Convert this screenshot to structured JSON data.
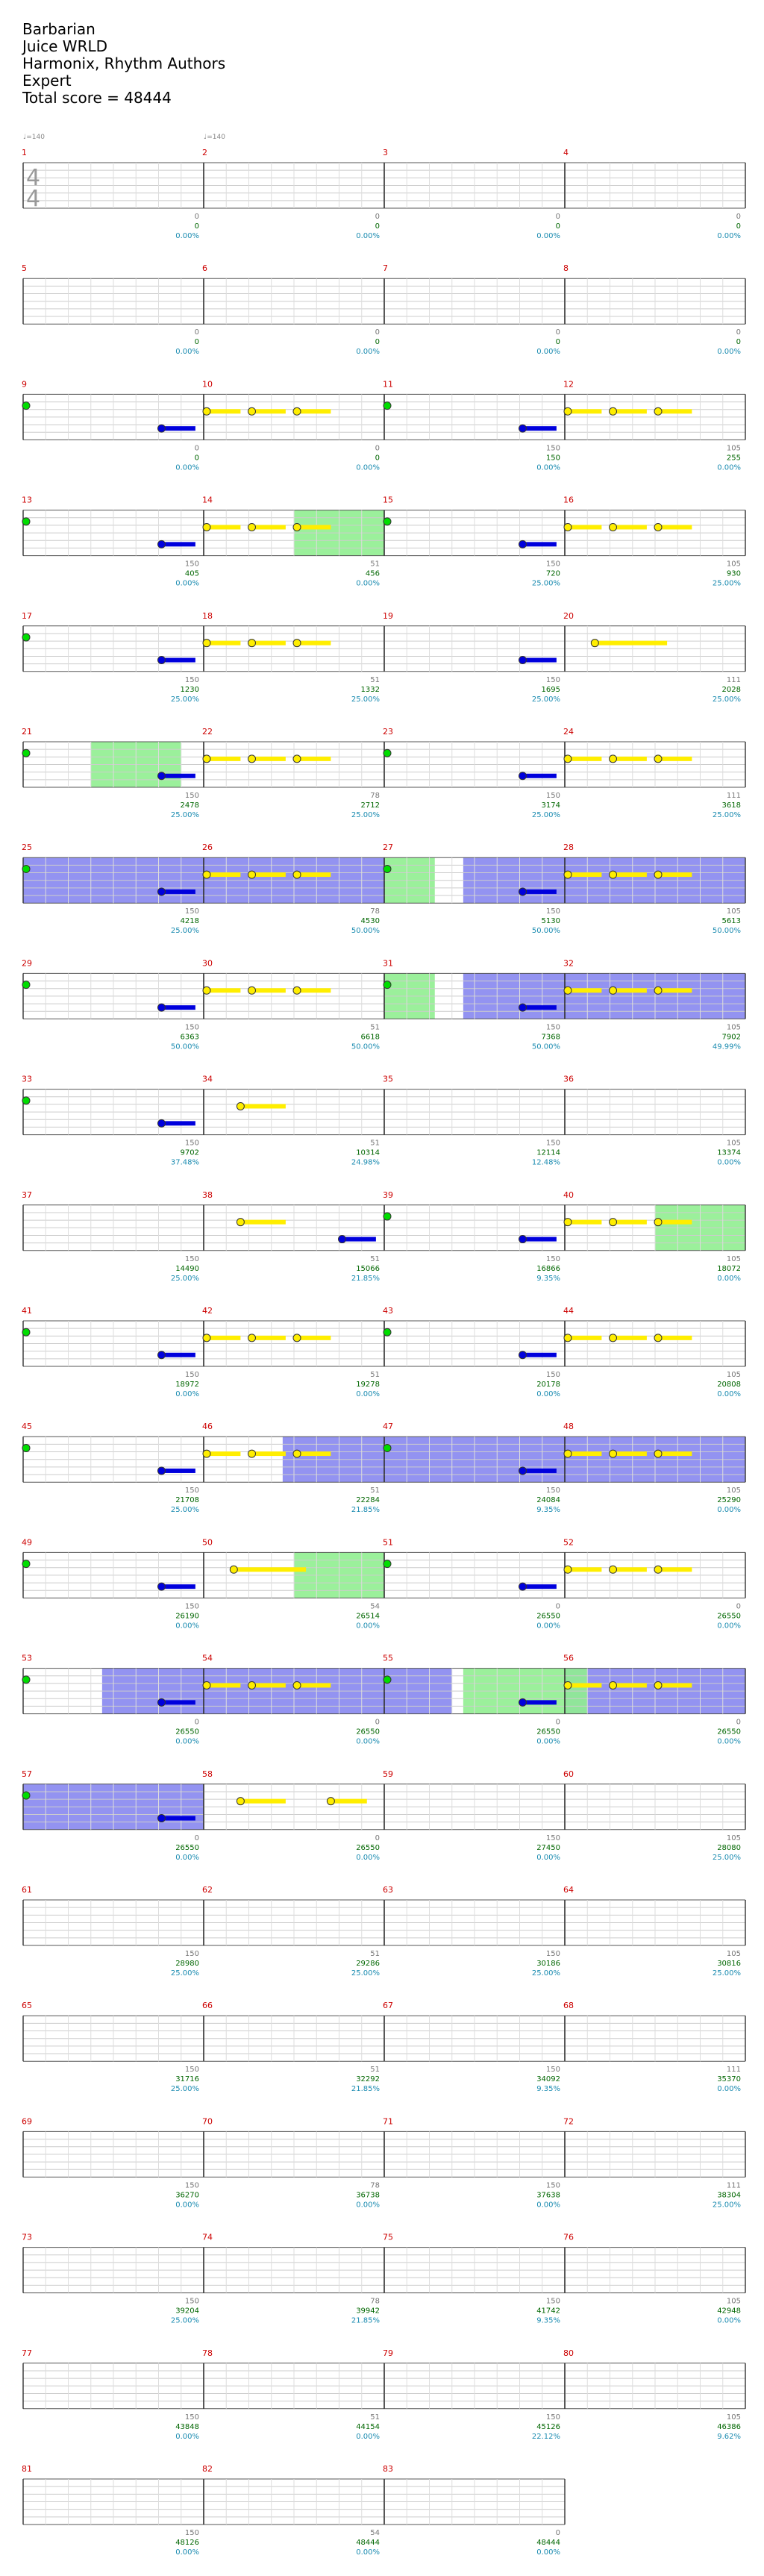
{
  "song": {
    "title": "Barbarian",
    "artist": "Juice WRLD",
    "charter": "Harmonix, Rhythm Authors",
    "difficulty": "Expert",
    "total_score": "Total score = 48444"
  },
  "time_signature": {
    "top": "4",
    "bottom": "4"
  },
  "tempo_markers": [
    {
      "measure": 1,
      "label": "♩=140"
    },
    {
      "measure": 2,
      "label": "♩=140"
    }
  ],
  "colors": {
    "measure_number": "#cc0000",
    "base_score": "#777777",
    "cumulative_score": "#006600",
    "multiplier_percent": "#1a8bb0",
    "green_note": "#00dd00",
    "yellow_note": "#ffee00",
    "blue_note": "#0000dd",
    "star_power_phrase": "#90ee90",
    "overdrive_active": "#8080ee"
  },
  "measures": [
    {
      "n": 1,
      "base": "0",
      "cum": "0",
      "pct": "0.00%"
    },
    {
      "n": 2,
      "base": "0",
      "cum": "0",
      "pct": "0.00%"
    },
    {
      "n": 3,
      "base": "0",
      "cum": "0",
      "pct": "0.00%"
    },
    {
      "n": 4,
      "base": "0",
      "cum": "0",
      "pct": "0.00%"
    },
    {
      "n": 5,
      "base": "0",
      "cum": "0",
      "pct": "0.00%"
    },
    {
      "n": 6,
      "base": "0",
      "cum": "0",
      "pct": "0.00%"
    },
    {
      "n": 7,
      "base": "0",
      "cum": "0",
      "pct": "0.00%"
    },
    {
      "n": 8,
      "base": "0",
      "cum": "0",
      "pct": "0.00%"
    },
    {
      "n": 9,
      "base": "0",
      "cum": "0",
      "pct": "0.00%"
    },
    {
      "n": 10,
      "base": "0",
      "cum": "0",
      "pct": "0.00%"
    },
    {
      "n": 11,
      "base": "150",
      "cum": "150",
      "pct": "0.00%"
    },
    {
      "n": 12,
      "base": "105",
      "cum": "255",
      "pct": "0.00%"
    },
    {
      "n": 13,
      "base": "150",
      "cum": "405",
      "pct": "0.00%"
    },
    {
      "n": 14,
      "base": "51",
      "cum": "456",
      "pct": "0.00%"
    },
    {
      "n": 15,
      "base": "150",
      "cum": "720",
      "pct": "25.00%"
    },
    {
      "n": 16,
      "base": "105",
      "cum": "930",
      "pct": "25.00%"
    },
    {
      "n": 17,
      "base": "150",
      "cum": "1230",
      "pct": "25.00%"
    },
    {
      "n": 18,
      "base": "51",
      "cum": "1332",
      "pct": "25.00%"
    },
    {
      "n": 19,
      "base": "150",
      "cum": "1695",
      "pct": "25.00%"
    },
    {
      "n": 20,
      "base": "111",
      "cum": "2028",
      "pct": "25.00%"
    },
    {
      "n": 21,
      "base": "150",
      "cum": "2478",
      "pct": "25.00%"
    },
    {
      "n": 22,
      "base": "78",
      "cum": "2712",
      "pct": "25.00%"
    },
    {
      "n": 23,
      "base": "150",
      "cum": "3174",
      "pct": "25.00%"
    },
    {
      "n": 24,
      "base": "111",
      "cum": "3618",
      "pct": "25.00%"
    },
    {
      "n": 25,
      "base": "150",
      "cum": "4218",
      "pct": "25.00%"
    },
    {
      "n": 26,
      "base": "78",
      "cum": "4530",
      "pct": "50.00%"
    },
    {
      "n": 27,
      "base": "150",
      "cum": "5130",
      "pct": "50.00%"
    },
    {
      "n": 28,
      "base": "105",
      "cum": "5613",
      "pct": "50.00%"
    },
    {
      "n": 29,
      "base": "150",
      "cum": "6363",
      "pct": "50.00%"
    },
    {
      "n": 30,
      "base": "51",
      "cum": "6618",
      "pct": "50.00%"
    },
    {
      "n": 31,
      "base": "150",
      "cum": "7368",
      "pct": "50.00%"
    },
    {
      "n": 32,
      "base": "105",
      "cum": "7902",
      "pct": "49.99%"
    },
    {
      "n": 33,
      "base": "150",
      "cum": "9702",
      "pct": "37.48%"
    },
    {
      "n": 34,
      "base": "51",
      "cum": "10314",
      "pct": "24.98%"
    },
    {
      "n": 35,
      "base": "150",
      "cum": "12114",
      "pct": "12.48%"
    },
    {
      "n": 36,
      "base": "105",
      "cum": "13374",
      "pct": "0.00%"
    },
    {
      "n": 37,
      "base": "150",
      "cum": "14490",
      "pct": "25.00%"
    },
    {
      "n": 38,
      "base": "51",
      "cum": "15066",
      "pct": "21.85%"
    },
    {
      "n": 39,
      "base": "150",
      "cum": "16866",
      "pct": "9.35%"
    },
    {
      "n": 40,
      "base": "105",
      "cum": "18072",
      "pct": "0.00%"
    },
    {
      "n": 41,
      "base": "150",
      "cum": "18972",
      "pct": "0.00%"
    },
    {
      "n": 42,
      "base": "51",
      "cum": "19278",
      "pct": "0.00%"
    },
    {
      "n": 43,
      "base": "150",
      "cum": "20178",
      "pct": "0.00%"
    },
    {
      "n": 44,
      "base": "105",
      "cum": "20808",
      "pct": "0.00%"
    },
    {
      "n": 45,
      "base": "150",
      "cum": "21708",
      "pct": "25.00%"
    },
    {
      "n": 46,
      "base": "51",
      "cum": "22284",
      "pct": "21.85%"
    },
    {
      "n": 47,
      "base": "150",
      "cum": "24084",
      "pct": "9.35%"
    },
    {
      "n": 48,
      "base": "105",
      "cum": "25290",
      "pct": "0.00%"
    },
    {
      "n": 49,
      "base": "150",
      "cum": "26190",
      "pct": "0.00%"
    },
    {
      "n": 50,
      "base": "54",
      "cum": "26514",
      "pct": "0.00%"
    },
    {
      "n": 51,
      "base": "0",
      "cum": "26550",
      "pct": "0.00%"
    },
    {
      "n": 52,
      "base": "0",
      "cum": "26550",
      "pct": "0.00%"
    },
    {
      "n": 53,
      "base": "0",
      "cum": "26550",
      "pct": "0.00%"
    },
    {
      "n": 54,
      "base": "0",
      "cum": "26550",
      "pct": "0.00%"
    },
    {
      "n": 55,
      "base": "0",
      "cum": "26550",
      "pct": "0.00%"
    },
    {
      "n": 56,
      "base": "0",
      "cum": "26550",
      "pct": "0.00%"
    },
    {
      "n": 57,
      "base": "0",
      "cum": "26550",
      "pct": "0.00%"
    },
    {
      "n": 58,
      "base": "0",
      "cum": "26550",
      "pct": "0.00%"
    },
    {
      "n": 59,
      "base": "150",
      "cum": "27450",
      "pct": "0.00%"
    },
    {
      "n": 60,
      "base": "105",
      "cum": "28080",
      "pct": "25.00%"
    },
    {
      "n": 61,
      "base": "150",
      "cum": "28980",
      "pct": "25.00%"
    },
    {
      "n": 62,
      "base": "51",
      "cum": "29286",
      "pct": "25.00%"
    },
    {
      "n": 63,
      "base": "150",
      "cum": "30186",
      "pct": "25.00%"
    },
    {
      "n": 64,
      "base": "105",
      "cum": "30816",
      "pct": "25.00%"
    },
    {
      "n": 65,
      "base": "150",
      "cum": "31716",
      "pct": "25.00%"
    },
    {
      "n": 66,
      "base": "51",
      "cum": "32292",
      "pct": "21.85%"
    },
    {
      "n": 67,
      "base": "150",
      "cum": "34092",
      "pct": "9.35%"
    },
    {
      "n": 68,
      "base": "111",
      "cum": "35370",
      "pct": "0.00%"
    },
    {
      "n": 69,
      "base": "150",
      "cum": "36270",
      "pct": "0.00%"
    },
    {
      "n": 70,
      "base": "78",
      "cum": "36738",
      "pct": "0.00%"
    },
    {
      "n": 71,
      "base": "150",
      "cum": "37638",
      "pct": "0.00%"
    },
    {
      "n": 72,
      "base": "111",
      "cum": "38304",
      "pct": "25.00%"
    },
    {
      "n": 73,
      "base": "150",
      "cum": "39204",
      "pct": "25.00%"
    },
    {
      "n": 74,
      "base": "78",
      "cum": "39942",
      "pct": "21.85%"
    },
    {
      "n": 75,
      "base": "150",
      "cum": "41742",
      "pct": "9.35%"
    },
    {
      "n": 76,
      "base": "105",
      "cum": "42948",
      "pct": "0.00%"
    },
    {
      "n": 77,
      "base": "150",
      "cum": "43848",
      "pct": "0.00%"
    },
    {
      "n": 78,
      "base": "51",
      "cum": "44154",
      "pct": "0.00%"
    },
    {
      "n": 79,
      "base": "150",
      "cum": "45126",
      "pct": "22.12%"
    },
    {
      "n": 80,
      "base": "105",
      "cum": "46386",
      "pct": "9.62%"
    },
    {
      "n": 81,
      "base": "150",
      "cum": "48126",
      "pct": "0.00%"
    },
    {
      "n": 82,
      "base": "54",
      "cum": "48444",
      "pct": "0.00%"
    },
    {
      "n": 83,
      "base": "0",
      "cum": "48444",
      "pct": "0.00%"
    }
  ],
  "note_events": [
    {
      "measure": 9,
      "type": "phraseA"
    },
    {
      "measure": 10,
      "type": "phraseB"
    },
    {
      "measure": 11,
      "type": "phraseA"
    },
    {
      "measure": 12,
      "type": "phraseB"
    },
    {
      "measure": 13,
      "type": "phraseA"
    },
    {
      "measure": 14,
      "type": "phraseB",
      "sp_beats": [
        2,
        4
      ]
    },
    {
      "measure": 15,
      "type": "phraseA"
    },
    {
      "measure": 16,
      "type": "phraseB"
    },
    {
      "measure": 17,
      "type": "phraseA"
    },
    {
      "measure": 18,
      "type": "phraseB"
    },
    {
      "measure": 19,
      "type": "phraseC"
    },
    {
      "measure": 20,
      "type": "phraseD"
    },
    {
      "measure": 21,
      "type": "phraseA",
      "sp_beats": [
        1.5,
        3.5
      ]
    },
    {
      "measure": 22,
      "type": "phraseB"
    },
    {
      "measure": 23,
      "type": "phraseA"
    },
    {
      "measure": 24,
      "type": "phraseB"
    },
    {
      "measure": 25,
      "type": "phraseA",
      "od_beats": [
        0,
        4
      ]
    },
    {
      "measure": 26,
      "type": "phraseB",
      "od_beats": [
        0,
        4
      ]
    },
    {
      "measure": 27,
      "type": "phraseA",
      "sp_beats": [
        0,
        1.12
      ],
      "od_beats": [
        1.75,
        4
      ]
    },
    {
      "measure": 28,
      "type": "phraseB",
      "od_beats": [
        0,
        4
      ]
    },
    {
      "measure": 29,
      "type": "phraseA"
    },
    {
      "measure": 30,
      "type": "phraseB"
    },
    {
      "measure": 31,
      "type": "phraseA",
      "sp_beats": [
        0,
        1.12
      ],
      "od_beats": [
        1.75,
        4
      ]
    },
    {
      "measure": 32,
      "type": "phraseB",
      "od_beats": [
        0,
        4
      ]
    },
    {
      "measure": 33,
      "type": "phraseA"
    },
    {
      "measure": 34,
      "type": "phraseE"
    },
    {
      "measure": 38,
      "type": "phraseF"
    },
    {
      "measure": 39,
      "type": "phraseA"
    },
    {
      "measure": 40,
      "type": "phraseB",
      "sp_beats": [
        2,
        4
      ]
    },
    {
      "measure": 41,
      "type": "phraseA"
    },
    {
      "measure": 42,
      "type": "phraseB"
    },
    {
      "measure": 43,
      "type": "phraseA"
    },
    {
      "measure": 44,
      "type": "phraseB"
    },
    {
      "measure": 45,
      "type": "phraseA"
    },
    {
      "measure": 46,
      "type": "phraseB",
      "od_beats": [
        1.75,
        4
      ]
    },
    {
      "measure": 47,
      "type": "phraseA",
      "od_beats": [
        0,
        4
      ]
    },
    {
      "measure": 48,
      "type": "phraseB",
      "od_beats": [
        0,
        4
      ]
    },
    {
      "measure": 49,
      "type": "phraseA"
    },
    {
      "measure": 50,
      "type": "phraseD",
      "sp_beats": [
        2,
        4
      ]
    },
    {
      "measure": 51,
      "type": "phraseA"
    },
    {
      "measure": 52,
      "type": "phraseB"
    },
    {
      "measure": 53,
      "type": "phraseA",
      "od_beats": [
        1.75,
        4
      ]
    },
    {
      "measure": 54,
      "type": "phraseB",
      "od_beats": [
        0,
        4
      ]
    },
    {
      "measure": 55,
      "type": "phraseA",
      "od_beats": [
        0,
        1.5
      ],
      "sp_beats": [
        1.75,
        4
      ]
    },
    {
      "measure": 56,
      "type": "phraseB",
      "sp_beats": [
        0,
        0.5
      ],
      "od_beats": [
        0,
        4
      ]
    },
    {
      "measure": 57,
      "type": "phraseA",
      "od_beats": [
        0,
        4
      ]
    },
    {
      "measure": 58,
      "type": "phraseG"
    }
  ]
}
